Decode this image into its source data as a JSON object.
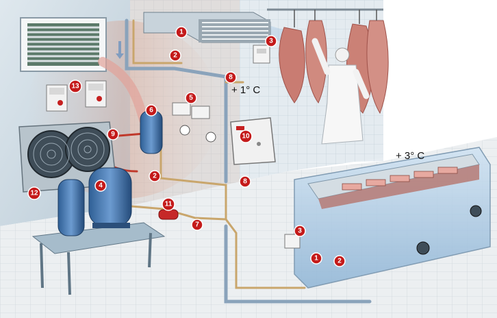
{
  "labels": {
    "cold_room_temp": "+ 1° C",
    "counter_temp": "+ 3° C"
  },
  "callouts": [
    {
      "id": "evaporator-top",
      "number": "1"
    },
    {
      "id": "solenoid-valve-top",
      "number": "2"
    },
    {
      "id": "thermostat-wall",
      "number": "3"
    },
    {
      "id": "sight-glass-top",
      "number": "8"
    },
    {
      "id": "pressure-controls",
      "number": "5"
    },
    {
      "id": "receiver",
      "number": "6"
    },
    {
      "id": "compressor",
      "number": "4"
    },
    {
      "id": "discharge-line",
      "number": "9"
    },
    {
      "id": "control-panel",
      "number": "10"
    },
    {
      "id": "solenoid-valve-mid",
      "number": "2"
    },
    {
      "id": "filter-drier",
      "number": "11"
    },
    {
      "id": "shutoff-valve",
      "number": "7"
    },
    {
      "id": "sight-glass-right",
      "number": "8"
    },
    {
      "id": "pressure-switch-left",
      "number": "12"
    },
    {
      "id": "control-boxes-left",
      "number": "13"
    },
    {
      "id": "thermostat-counter",
      "number": "3"
    },
    {
      "id": "expansion-valve-counter",
      "number": "1"
    },
    {
      "id": "solenoid-valve-counter",
      "number": "2"
    }
  ]
}
